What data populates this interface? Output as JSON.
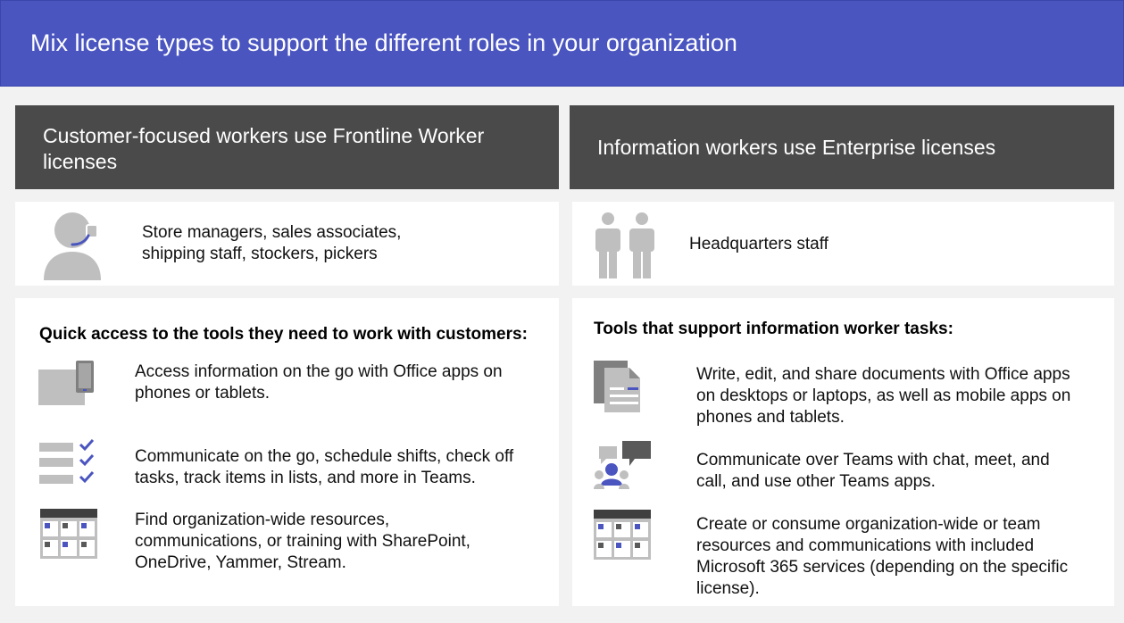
{
  "banner": {
    "title": "Mix license types to support the different roles in your organization"
  },
  "columns": [
    {
      "header": "Customer-focused workers use Frontline Worker licenses",
      "role": {
        "icon": "headset-person-icon",
        "text": "Store managers, sales associates, shipping staff, stockers, pickers"
      },
      "tools_heading": "Quick access to the tools they need to work with customers:",
      "items": [
        {
          "icon": "devices-icon",
          "text": "Access information on the go with Office apps on phones or tablets."
        },
        {
          "icon": "checklist-icon",
          "text": "Communicate on the go, schedule shifts, check off tasks, track items in lists, and more in Teams."
        },
        {
          "icon": "calendar-grid-icon",
          "text": "Find organization-wide resources, communications, or training with SharePoint, OneDrive, Yammer, Stream."
        }
      ]
    },
    {
      "header": "Information workers use Enterprise licenses",
      "role": {
        "icon": "two-people-icon",
        "text": "Headquarters staff"
      },
      "tools_heading": "Tools that support information worker tasks:",
      "items": [
        {
          "icon": "documents-icon",
          "text": "Write, edit, and share documents with Office apps on desktops or laptops, as well as mobile apps on phones and tablets."
        },
        {
          "icon": "chat-people-icon",
          "text": "Communicate over Teams with chat, meet, and call, and use other Teams apps."
        },
        {
          "icon": "calendar-grid-icon",
          "text": "Create or consume organization-wide or team resources and communications with included Microsoft 365 services (depending on the specific license)."
        }
      ]
    }
  ],
  "colors": {
    "banner": "#4a55c0",
    "header": "#4a4a4a",
    "accent": "#4a55c0",
    "icon_gray": "#bfbfbf",
    "icon_dark": "#595959"
  }
}
